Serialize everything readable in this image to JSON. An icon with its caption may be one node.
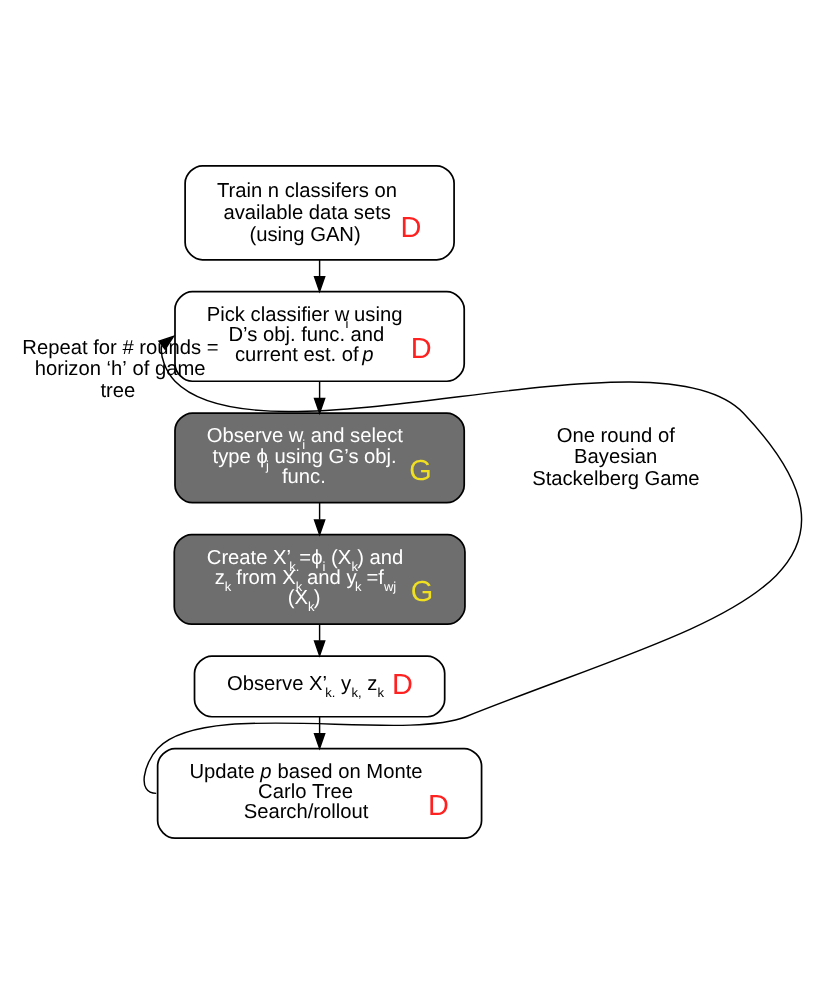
{
  "diagram": {
    "nodes": [
      {
        "text": [
          "Train n classifers on available data sets (using GAN)",
          "D"
        ]
      },
      {
        "text": [
          "Pick classifier w$_{i}$ using D’s obj. func. and current est. of *p*",
          "D"
        ]
      },
      {
        "text": [
          "Observe w$_{i}$ and select type ϕ$_{j}$ using G’s obj. func.",
          "G"
        ]
      },
      {
        "text": [
          "Create X’$_{k.}$=ϕ$_{i}$ (X$_{k}$) and z$_{k}$ from X$_{k}$ and y$_{k}$ =f$_{wj}$ (X$_{k}$)",
          "G"
        ]
      },
      {
        "text": [
          "Observe X’$_{k.}$ y$_{k,}$ z$_{k}$",
          "D"
        ]
      },
      {
        "text": [
          "Update *p* based on Monte Carlo Tree Search/rollout",
          "D"
        ]
      }
    ],
    "edges": [
      {
        "from": 0,
        "to": 1,
        "arrow": "to"
      },
      {
        "from": 1,
        "to": 2,
        "arrow": "to"
      },
      {
        "from": 2,
        "to": 3,
        "arrow": "to"
      },
      {
        "from": 3,
        "to": 4,
        "arrow": "to"
      },
      {
        "from": 4,
        "to": 5,
        "arrow": "to"
      },
      {
        "from": 5,
        "to": 1,
        "arrow": "to",
        "label": "Repeat for # rounds = horizon ‘h’ of game tree"
      }
    ],
    "labels": [
      "One round of Bayesian Stackelberg Game"
    ]
  }
}
